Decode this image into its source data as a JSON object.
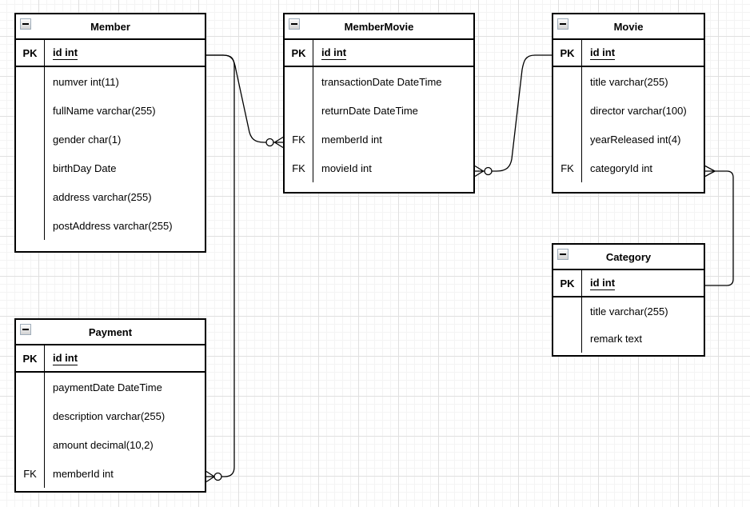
{
  "canvas": {
    "background": "#ffffff",
    "grid_minor_color": "#f4f4f4",
    "grid_major_color": "#e0e0e0",
    "stroke_color": "#000000"
  },
  "tables": [
    {
      "name": "Member",
      "rows": [
        {
          "key": "PK",
          "field": "id int"
        },
        {
          "key": "",
          "field": "numver int(11)"
        },
        {
          "key": "",
          "field": "fullName varchar(255)"
        },
        {
          "key": "",
          "field": "gender char(1)"
        },
        {
          "key": "",
          "field": "birthDay Date"
        },
        {
          "key": "",
          "field": "address varchar(255)"
        },
        {
          "key": "",
          "field": "postAddress varchar(255)"
        }
      ]
    },
    {
      "name": "MemberMovie",
      "rows": [
        {
          "key": "PK",
          "field": "id int"
        },
        {
          "key": "",
          "field": "transactionDate DateTime"
        },
        {
          "key": "",
          "field": "returnDate DateTime"
        },
        {
          "key": "FK",
          "field": "memberId int"
        },
        {
          "key": "FK",
          "field": "movieId int"
        }
      ]
    },
    {
      "name": "Movie",
      "rows": [
        {
          "key": "PK",
          "field": "id int"
        },
        {
          "key": "",
          "field": "title varchar(255)"
        },
        {
          "key": "",
          "field": "director varchar(100)"
        },
        {
          "key": "",
          "field": "yearReleased int(4)"
        },
        {
          "key": "FK",
          "field": "categoryId int"
        }
      ]
    },
    {
      "name": "Category",
      "rows": [
        {
          "key": "PK",
          "field": "id int"
        },
        {
          "key": "",
          "field": "title varchar(255)"
        },
        {
          "key": "",
          "field": "remark text"
        }
      ]
    },
    {
      "name": "Payment",
      "rows": [
        {
          "key": "PK",
          "field": "id int"
        },
        {
          "key": "",
          "field": "paymentDate DateTime"
        },
        {
          "key": "",
          "field": "description varchar(255)"
        },
        {
          "key": "",
          "field": "amount decimal(10,2)"
        },
        {
          "key": "FK",
          "field": "memberId int"
        }
      ]
    }
  ],
  "connections": [
    {
      "from": "Member.id",
      "to": "MemberMovie.memberId",
      "end_cardinality": "zero-or-many"
    },
    {
      "from": "Movie.id",
      "to": "MemberMovie.movieId",
      "end_cardinality": "zero-or-many"
    },
    {
      "from": "Category.id",
      "to": "Movie.categoryId",
      "end_cardinality": "many"
    },
    {
      "from": "Member.id",
      "to": "Payment.memberId",
      "end_cardinality": "zero-or-many"
    }
  ]
}
